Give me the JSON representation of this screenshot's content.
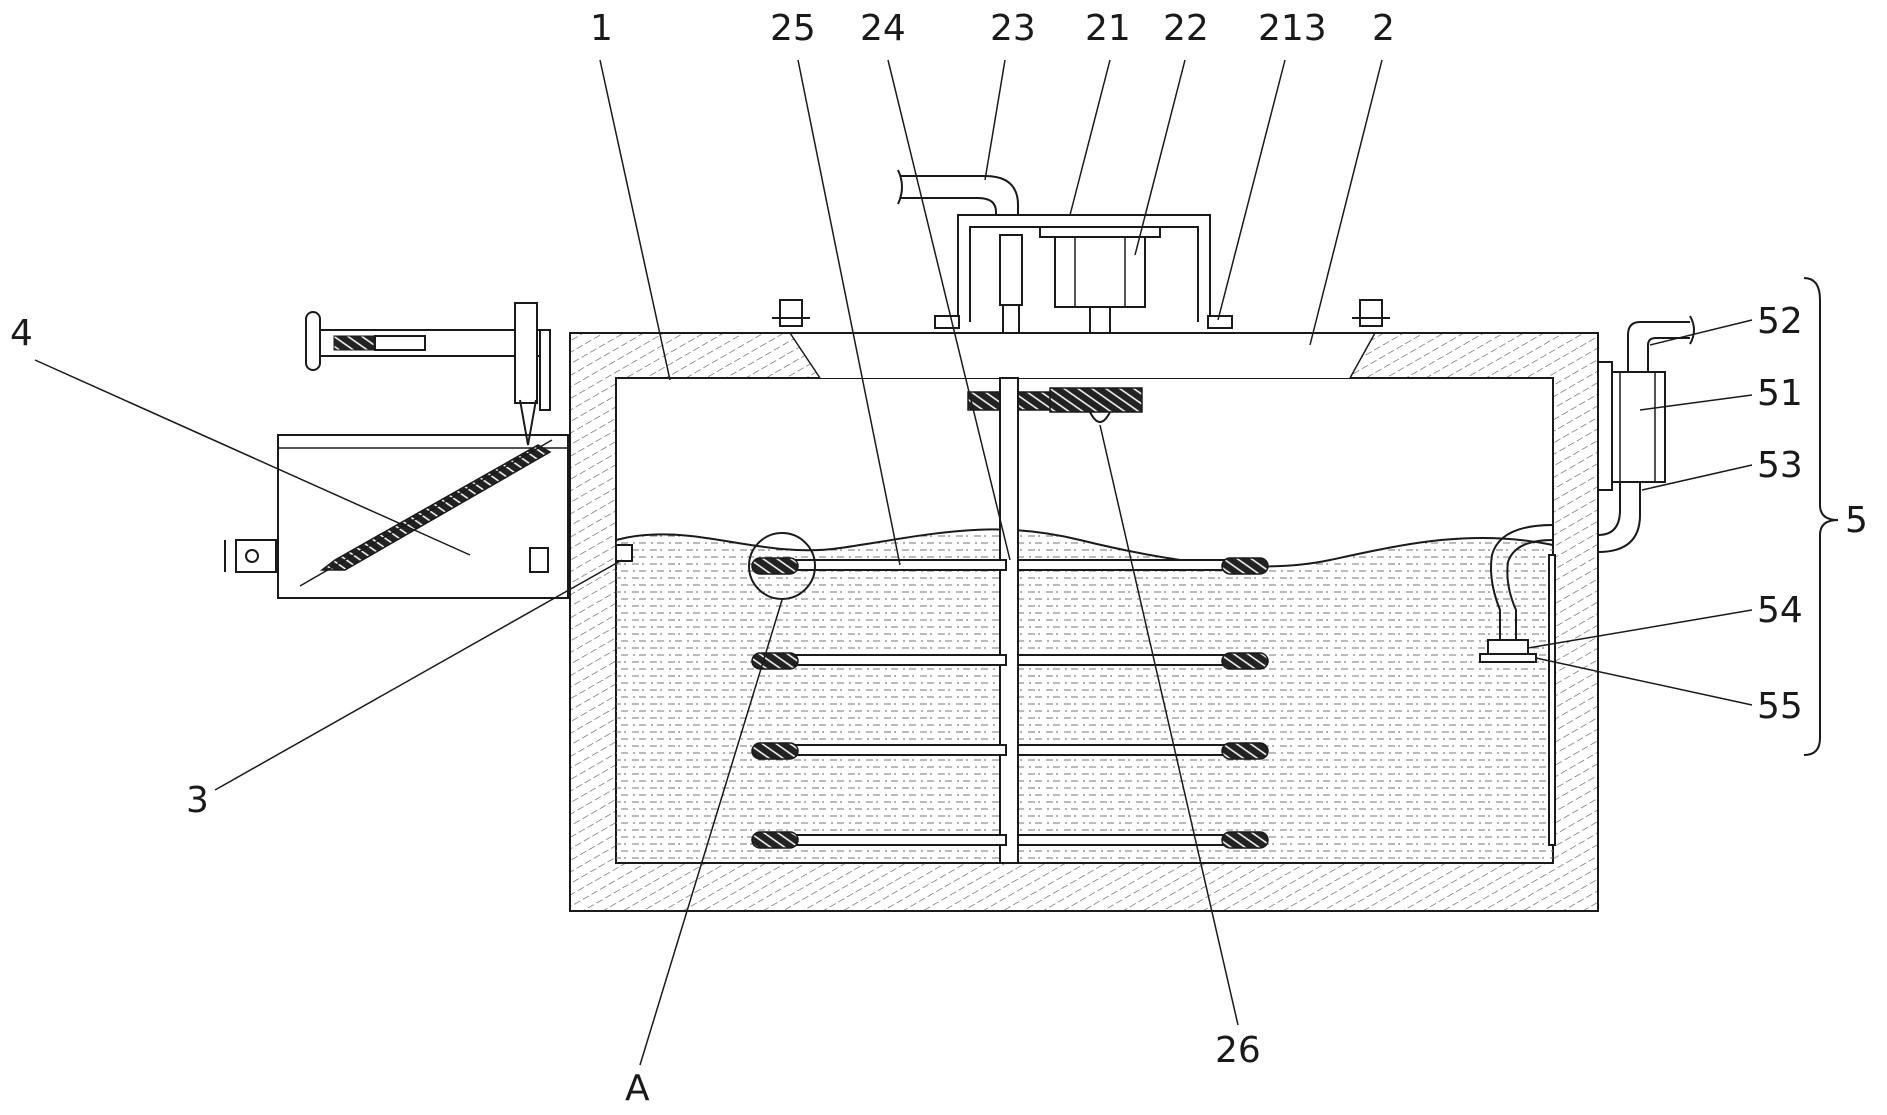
{
  "labels": {
    "n1": "1",
    "n25": "25",
    "n24": "24",
    "n23": "23",
    "n21": "21",
    "n22": "22",
    "n213": "213",
    "n2": "2",
    "n4": "4",
    "n52": "52",
    "n51": "51",
    "n53": "53",
    "n5": "5",
    "n54": "54",
    "n55": "55",
    "n3": "3",
    "nA": "A",
    "n26": "26"
  }
}
